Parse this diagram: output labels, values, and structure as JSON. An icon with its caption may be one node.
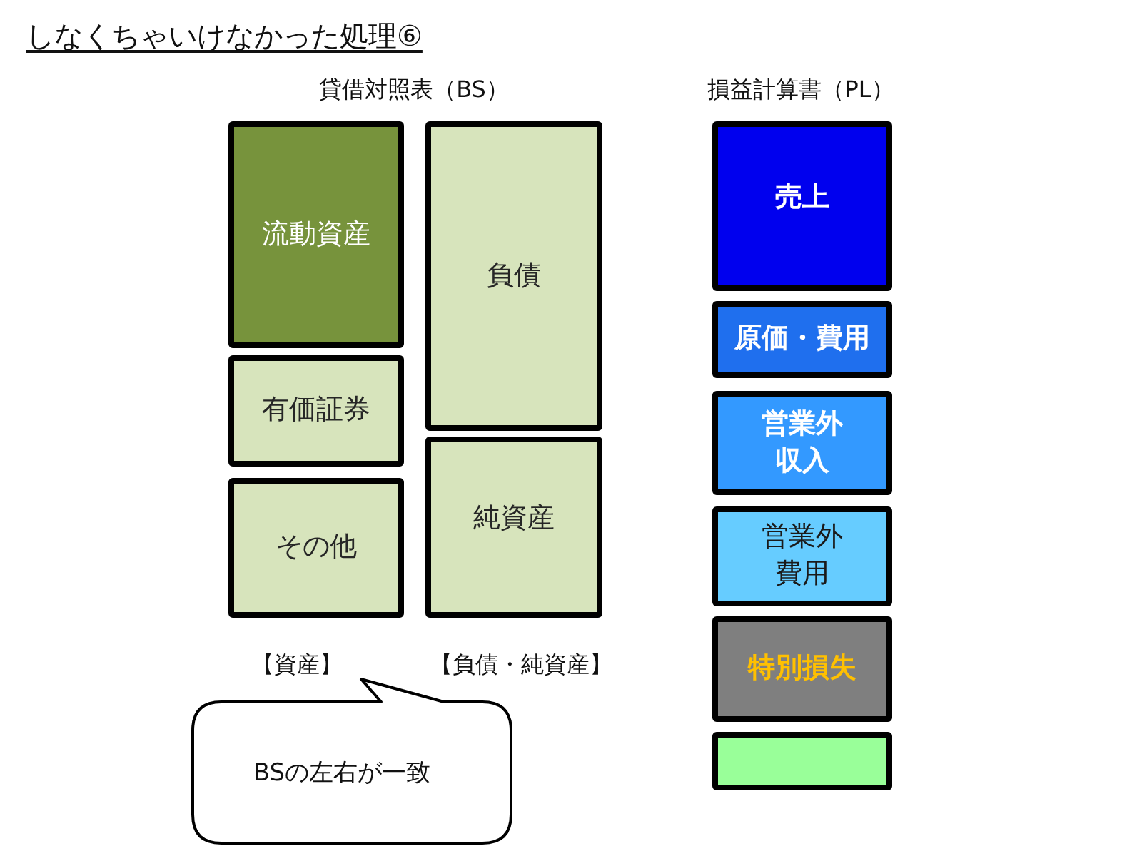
{
  "diagram": {
    "title": "しなくちゃいけなかった処理⑥",
    "nodes": [
      {
        "text": [
          "流動資産"
        ]
      },
      {
        "text": [
          "有価証券"
        ]
      },
      {
        "text": [
          "その他"
        ]
      },
      {
        "text": [
          "負債"
        ]
      },
      {
        "text": [
          "純資産"
        ]
      },
      {
        "text": [
          "売上"
        ]
      },
      {
        "text": [
          "原価・費用"
        ]
      },
      {
        "text": [
          "営業外収入"
        ]
      },
      {
        "text": [
          "営業外費用"
        ]
      },
      {
        "text": [
          "特別損失"
        ]
      },
      {
        "text": [],
        "shape": "box"
      },
      {
        "text": [
          "BSの左右が一致"
        ]
      }
    ],
    "labels": [
      "貸借対照表（BS）",
      "損益計算書（PL）",
      "【資産】",
      "【負債・純資産】"
    ]
  }
}
